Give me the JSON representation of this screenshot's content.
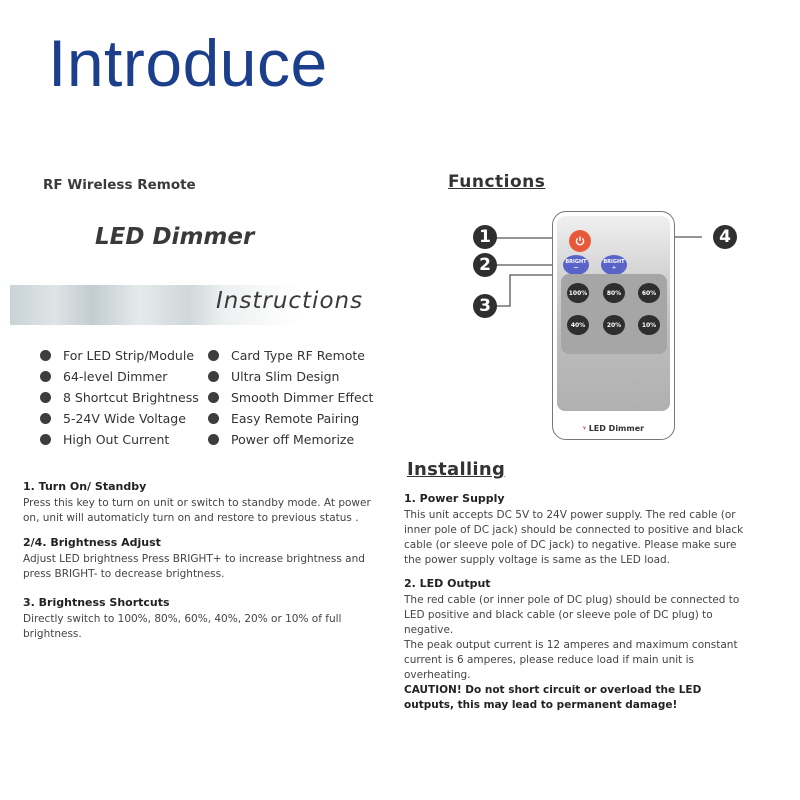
{
  "header": {
    "title": "Introduce"
  },
  "left": {
    "subtitle": "RF Wireless Remote",
    "product": "LED Dimmer",
    "instructions": "Instructions",
    "features_left": [
      "For LED Strip/Module",
      "64-level Dimmer",
      "8 Shortcut Brightness",
      "5-24V Wide Voltage",
      "High Out Current"
    ],
    "features_right": [
      "Card Type RF Remote",
      "Ultra Slim Design",
      "Smooth Dimmer Effect",
      "Easy Remote Pairing",
      "Power off Memorize"
    ],
    "sections": [
      {
        "heading": "1. Turn On/ Standby",
        "text": "Press this key to turn on unit or switch to standby mode. At power on, unit will automaticly turn on and restore to previous status ."
      },
      {
        "heading": "2/4. Brightness Adjust",
        "text": "Adjust LED brightness Press BRIGHT+ to increase brightness and press BRIGHT- to decrease brightness."
      },
      {
        "heading": "3. Brightness Shortcuts",
        "text": "Directly switch to 100%, 80%, 60%, 40%, 20% or 10% of full brightness."
      }
    ]
  },
  "right": {
    "functions_title": "Functions",
    "remote": {
      "callouts": [
        "1",
        "2",
        "3",
        "4"
      ],
      "bright_minus": [
        "BRIGHT",
        "—"
      ],
      "bright_plus": [
        "BRIGHT",
        "+"
      ],
      "percent_buttons": [
        "100%",
        "80%",
        "60%",
        "40%",
        "20%",
        "10%"
      ],
      "brand": "LED Dimmer",
      "colors": {
        "power": "#e8593a",
        "bright": "#5a63c8",
        "keys": "#2e2e2e"
      }
    },
    "installing_title": "Installing",
    "install_sections": [
      {
        "heading": "1. Power Supply",
        "text": "This unit accepts DC 5V to 24V power supply. The red cable (or inner pole of DC jack) should be connected to positive and black cable (or sleeve pole of DC jack) to negative. Please make sure the power supply voltage is same as the LED load."
      },
      {
        "heading": "2. LED Output",
        "text": "The red cable (or inner pole of DC plug) should be connected to LED positive and black cable (or sleeve pole of DC plug) to negative."
      }
    ],
    "output_note": "The peak output current is 12 amperes  and maximum constant current is 6 amperes, please reduce load if main unit is overheating.",
    "caution": "CAUTION!  Do not short circuit or overload the LED outputs, this may lead to permanent damage!"
  },
  "colors": {
    "title": "#1b3f8b",
    "text": "#333333"
  }
}
